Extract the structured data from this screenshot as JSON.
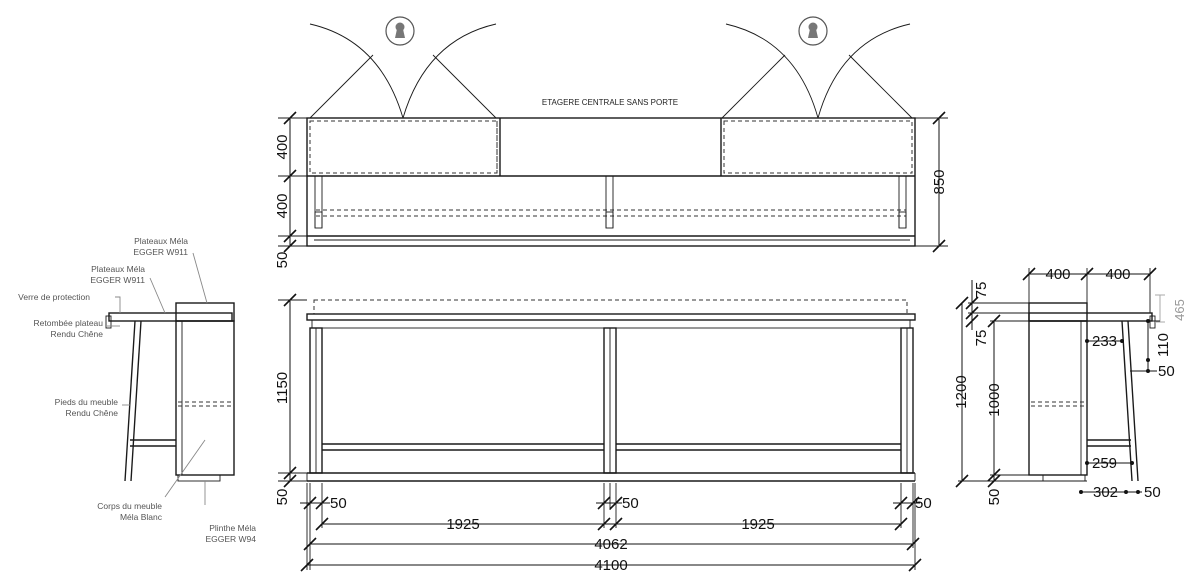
{
  "title_note": "ETAGERE CENTRALE SANS PORTE",
  "labels": {
    "plateaux_1": [
      "Plateaux Méla",
      "EGGER W911"
    ],
    "plateaux_2": [
      "Plateaux Méla",
      "EGGER W911"
    ],
    "verre": "Verre de protection",
    "retombee": [
      "Retombée plateau",
      "Rendu Chêne"
    ],
    "pieds": [
      "Pieds du meuble",
      "Rendu Chêne"
    ],
    "corps": [
      "Corps du meuble",
      "Méla Blanc"
    ],
    "plinthe": [
      "Plinthe Méla",
      "EGGER W94"
    ]
  },
  "dims": {
    "top_400a": "400",
    "top_400b": "400",
    "top_50": "50",
    "top_850": "850",
    "front_1150": "1150",
    "front_50": "50",
    "w_50a": "50",
    "w_50b": "50",
    "w_50c": "50",
    "w_1925a": "1925",
    "w_1925b": "1925",
    "w_4062": "4062",
    "w_4100": "4100",
    "side_75a": "75",
    "side_75b": "75",
    "side_1200": "1200",
    "side_1000": "1000",
    "side_50": "50",
    "side_400a": "400",
    "side_400b": "400",
    "side_465": "465",
    "side_233": "233",
    "side_110": "110",
    "side_50b": "50",
    "side_259": "259",
    "side_302": "302",
    "side_50c": "50"
  },
  "icons": {
    "lock_left": "keyhole-icon",
    "lock_right": "keyhole-icon"
  }
}
